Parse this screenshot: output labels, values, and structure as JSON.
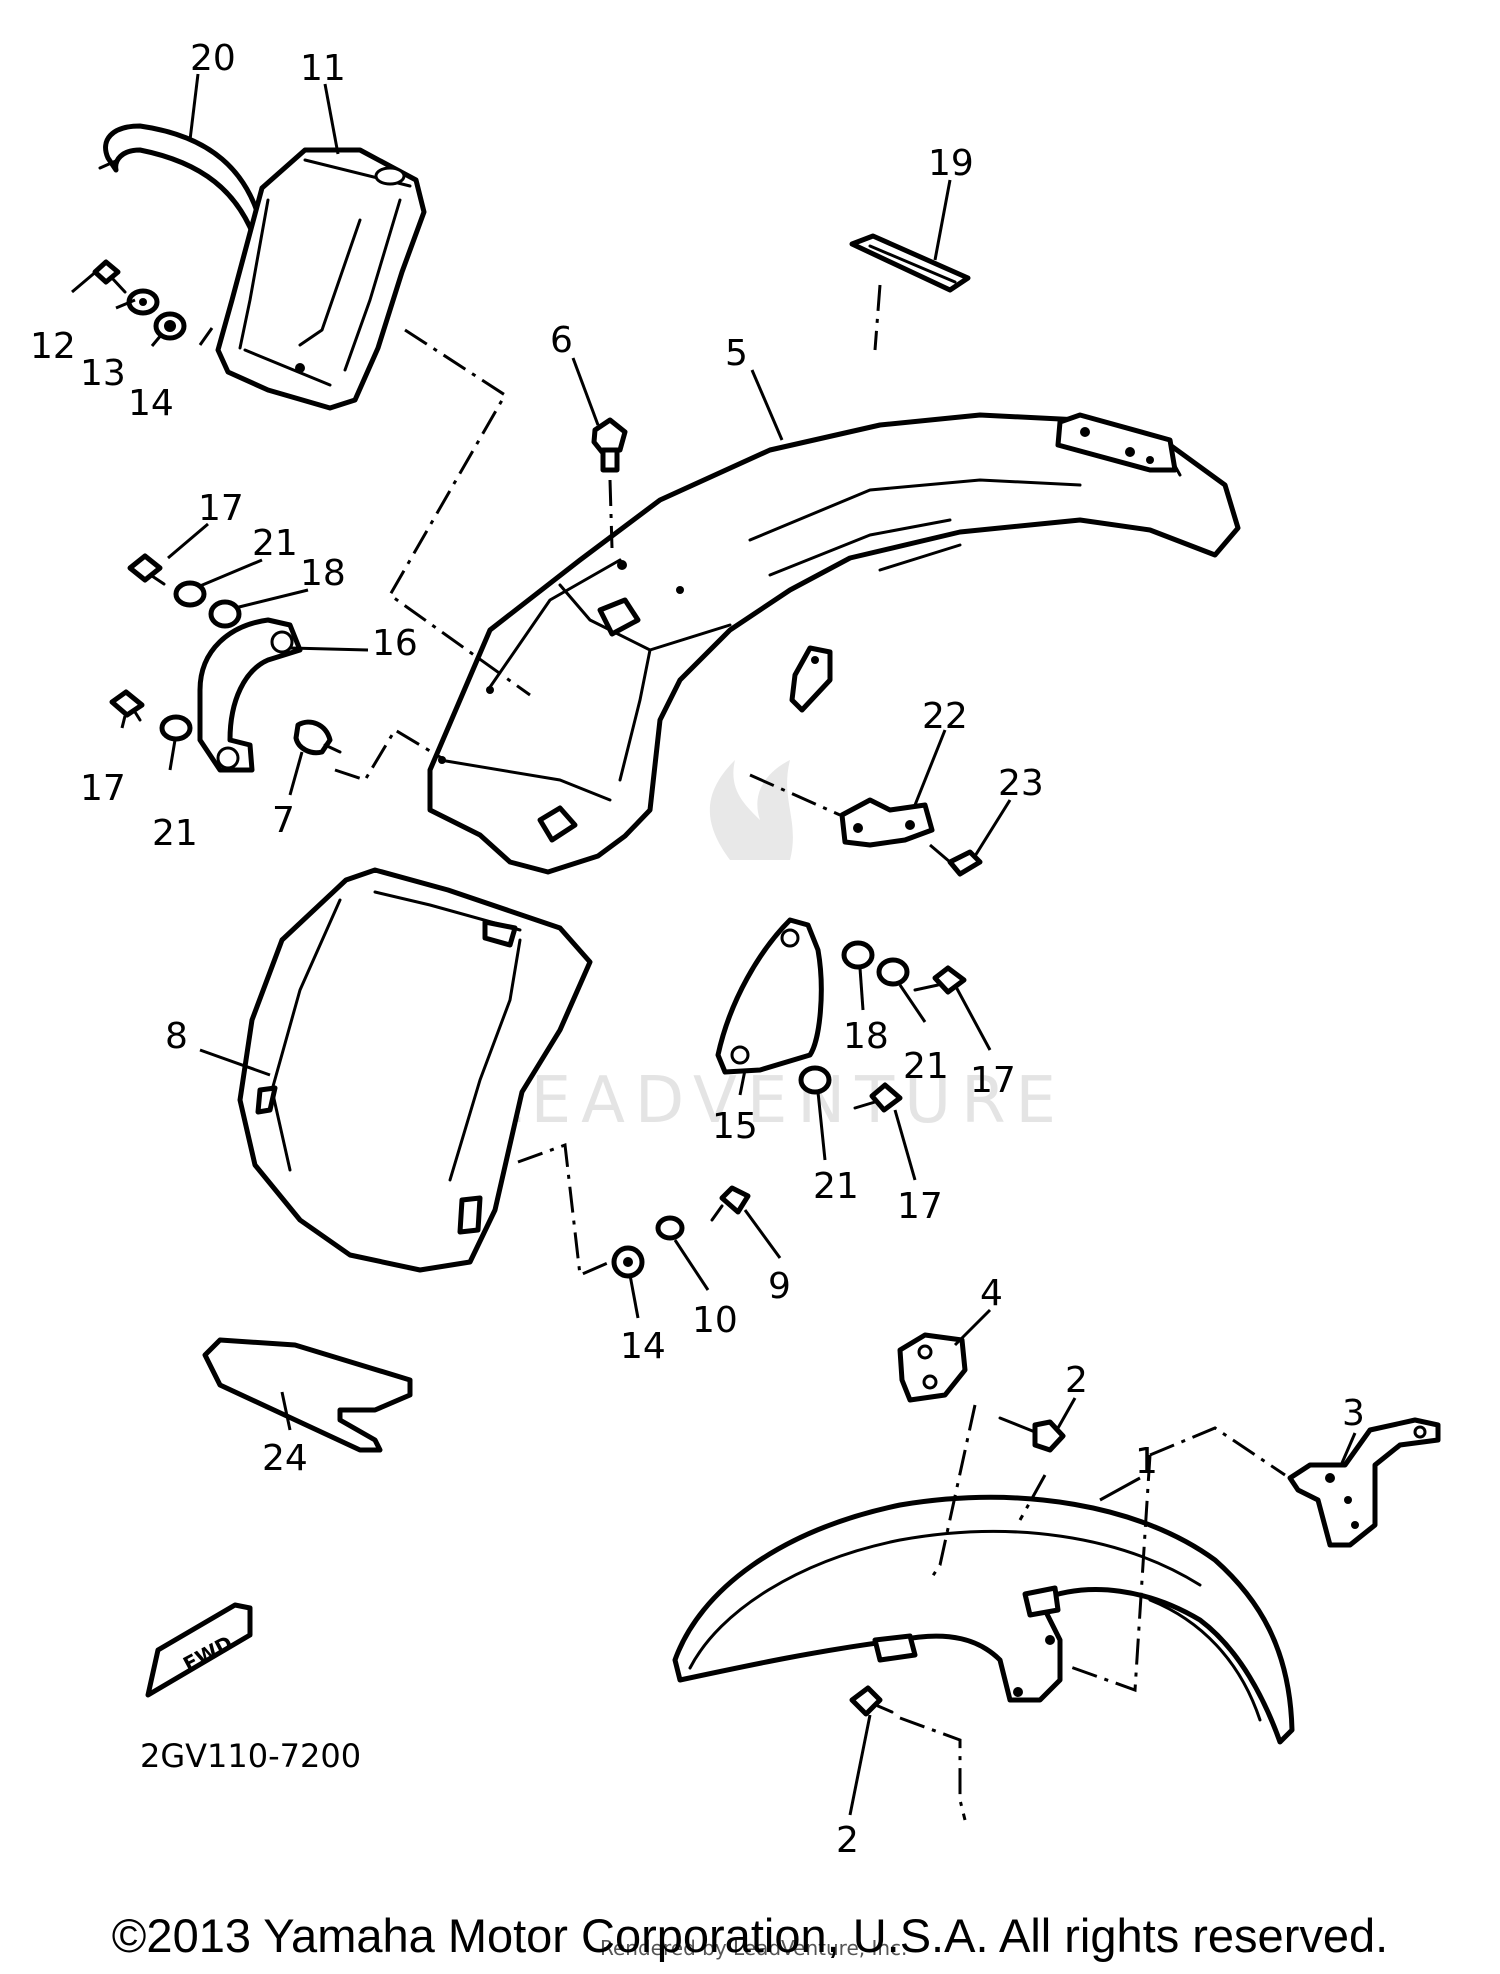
{
  "watermark": "LEADVENTURE",
  "diagram_code": "2GV110-7200",
  "fwd_label": "FWD",
  "rendered_by": "Rendered by LeadVenture, Inc.",
  "copyright": "©2013 Yamaha Motor Corporation, U.S.A. All rights reserved.",
  "callouts": [
    "20",
    "11",
    "12",
    "13",
    "14",
    "19",
    "6",
    "5",
    "17",
    "21",
    "18",
    "16",
    "17",
    "21",
    "7",
    "22",
    "23",
    "8",
    "18",
    "21",
    "17",
    "15",
    "21",
    "17",
    "9",
    "10",
    "14",
    "4",
    "2",
    "3",
    "1",
    "24",
    "2"
  ]
}
